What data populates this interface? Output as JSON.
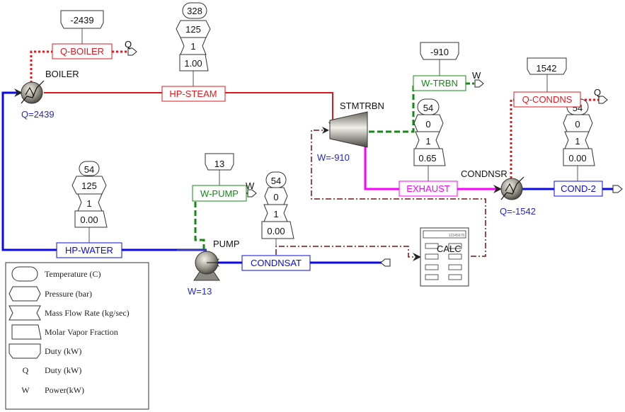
{
  "colors": {
    "material_steam": "#e0191f",
    "material_water": "#0a0ae6",
    "exhaust": "#ff00ff",
    "heat": "#e0191f",
    "work": "#138a13",
    "calc": "#7a1010",
    "result_text": "#2424d8"
  },
  "blocks": {
    "boiler": {
      "name": "BOILER",
      "result": "Q=2439"
    },
    "turbine": {
      "name": "STMTRBN",
      "result": "W=-910"
    },
    "condenser": {
      "name": "CONDNSR",
      "result": "Q=-1542"
    },
    "pump": {
      "name": "PUMP",
      "result": "W=13"
    },
    "calc": {
      "name": "CALC",
      "display": "12345678"
    }
  },
  "streams": {
    "hp_steam": {
      "label": "HP-STEAM",
      "temperature": "328",
      "pressure": "125",
      "mass_flow": "1",
      "vapor_fraction": "1.00"
    },
    "exhaust": {
      "label": "EXHAUST",
      "temperature": "54",
      "pressure": "0",
      "mass_flow": "1",
      "vapor_fraction": "0.65"
    },
    "cond_2": {
      "label": "COND-2",
      "temperature": "54",
      "pressure": "0",
      "mass_flow": "1",
      "vapor_fraction": "0.00"
    },
    "hp_water": {
      "label": "HP-WATER",
      "temperature": "54",
      "pressure": "125",
      "mass_flow": "1",
      "vapor_fraction": "0.00"
    },
    "condnsat": {
      "label": "CONDNSAT",
      "temperature": "54",
      "pressure": "0",
      "mass_flow": "1",
      "vapor_fraction": "0.00"
    }
  },
  "energy_streams": {
    "q_boiler": {
      "label": "Q-BOILER",
      "duty": "-2439",
      "port": "Q"
    },
    "w_trbn": {
      "label": "W-TRBN",
      "duty": "-910",
      "port": "W"
    },
    "q_condns": {
      "label": "Q-CONDNS",
      "duty": "1542",
      "port": "Q"
    },
    "w_pump": {
      "label": "W-PUMP",
      "duty": "13",
      "port": "W"
    }
  },
  "legend": {
    "items": [
      {
        "symbol": "oval",
        "text": "Temperature (C)"
      },
      {
        "symbol": "hexagon",
        "text": "Pressure (bar)"
      },
      {
        "symbol": "bowtie",
        "text": "Mass Flow Rate (kg/sec)"
      },
      {
        "symbol": "trapezoid",
        "text": "Molar Vapor Fraction"
      },
      {
        "symbol": "duty-box",
        "text": "Duty (kW)"
      },
      {
        "symbol": "Q",
        "text": "Duty (kW)"
      },
      {
        "symbol": "W",
        "text": "Power(kW)"
      }
    ]
  }
}
